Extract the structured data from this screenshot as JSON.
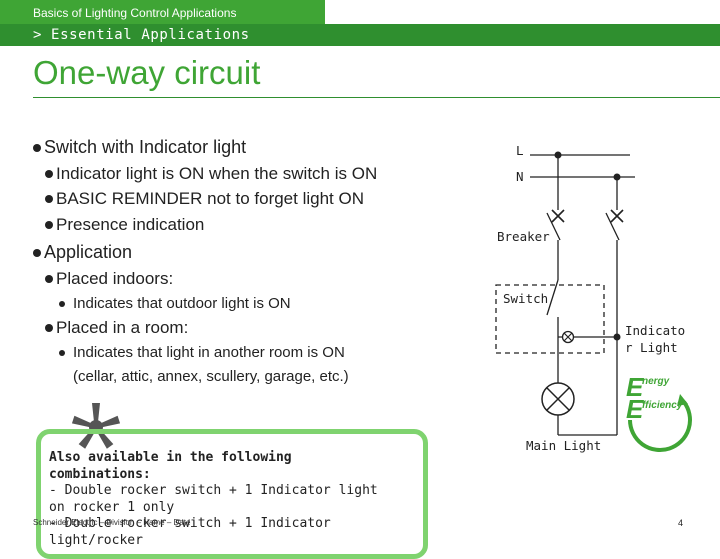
{
  "header": {
    "title": "Basics of Lighting Control Applications",
    "subtitle": "> Essential Applications"
  },
  "slide": {
    "title": "One-way circuit",
    "bullets": {
      "b1": "Switch with Indicator light",
      "b1_1": "Indicator light is ON when the switch is ON",
      "b1_2": "BASIC REMINDER not to forget light ON",
      "b1_3": "Presence indication",
      "b2": "Application",
      "b2_1": "Placed indoors:",
      "b2_1_1": "Indicates that outdoor light is ON",
      "b2_2": "Placed in a room:",
      "b2_2_1": "Indicates that light in another room is ON",
      "b2_2_1_cont": "(cellar, attic, annex, scullery, garage, etc.)"
    }
  },
  "callout": {
    "heading_1": "Also available in the following",
    "heading_2": "combinations:",
    "line_1": "- Double rocker switch + 1 Indicator light",
    "line_2": "on rocker 1 only",
    "line_3": "- Double rocker switch + 1 Indicator",
    "line_4": "light/rocker"
  },
  "diagram": {
    "label_L": "L",
    "label_N": "N",
    "label_breaker": "Breaker",
    "label_switch": "Switch",
    "label_indicator_1": "Indicato",
    "label_indicator_2": "r Light",
    "label_main_light": "Main Light",
    "eco_word_1": "nergy",
    "eco_word_2": "fficiency"
  },
  "footer": {
    "left": "Schneider Electric – Division – Name – Date",
    "page": "4"
  },
  "colors": {
    "brand_green": "#3fa535",
    "dark_green": "#2f8f2f",
    "callout_border": "#7fd36f"
  }
}
